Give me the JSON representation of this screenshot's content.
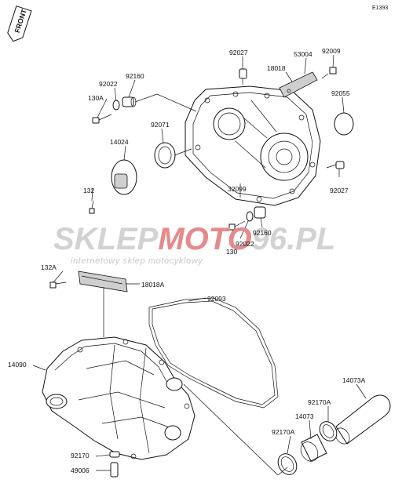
{
  "diagram": {
    "figure_code": "E1393",
    "front_label": "FRONT",
    "watermark": {
      "brand_left": "SKLEP",
      "brand_mid": "MOTO",
      "brand_right": "96.PL",
      "tagline": "internetowy sklep motocyklowy"
    },
    "colors": {
      "line": "#111111",
      "watermark_gray": "#d2d2d2",
      "watermark_red": "#e58a8a"
    },
    "part_labels": [
      {
        "id": "p92027a",
        "text": "92027"
      },
      {
        "id": "p53004",
        "text": "53004"
      },
      {
        "id": "p92009",
        "text": "92009"
      },
      {
        "id": "p92160a",
        "text": "92160"
      },
      {
        "id": "p18018",
        "text": "18018"
      },
      {
        "id": "p92022a",
        "text": "92022"
      },
      {
        "id": "p130a_top",
        "text": "130A"
      },
      {
        "id": "p92055",
        "text": "92055"
      },
      {
        "id": "p92071",
        "text": "92071"
      },
      {
        "id": "p14024",
        "text": "14024"
      },
      {
        "id": "p132",
        "text": "132"
      },
      {
        "id": "p32099",
        "text": "32099"
      },
      {
        "id": "p92027b",
        "text": "92027"
      },
      {
        "id": "p92160b",
        "text": "92160"
      },
      {
        "id": "p92022b",
        "text": "92022"
      },
      {
        "id": "p130",
        "text": "130"
      },
      {
        "id": "p132a",
        "text": "132A"
      },
      {
        "id": "p18018a",
        "text": "18018A"
      },
      {
        "id": "p92093",
        "text": "92093"
      },
      {
        "id": "p14090",
        "text": "14090"
      },
      {
        "id": "p14073a",
        "text": "14073A"
      },
      {
        "id": "p92170a_top",
        "text": "92170A"
      },
      {
        "id": "p14073",
        "text": "14073"
      },
      {
        "id": "p92170a_bot",
        "text": "92170A"
      },
      {
        "id": "p92170",
        "text": "92170"
      },
      {
        "id": "p49006",
        "text": "49006"
      }
    ]
  }
}
